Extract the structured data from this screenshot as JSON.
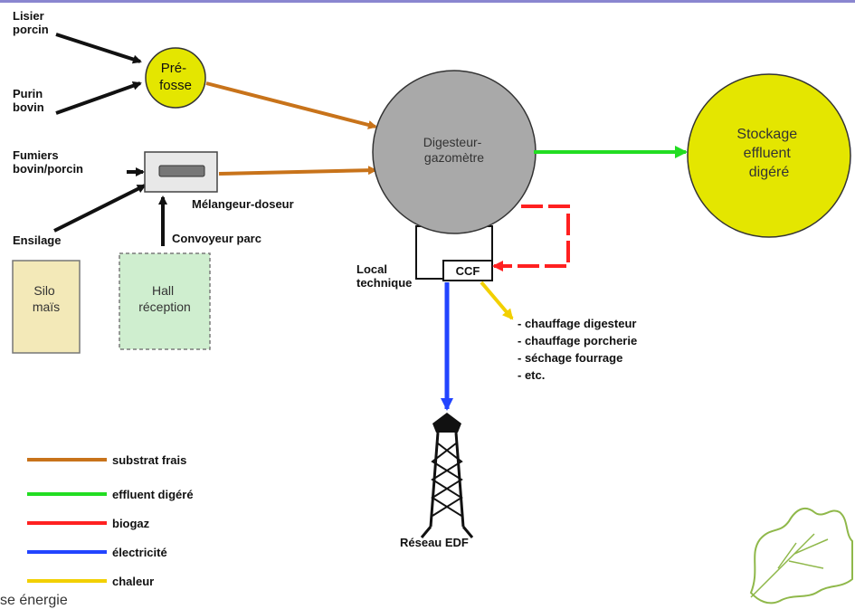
{
  "colors": {
    "orange": "#c8731a",
    "green": "#22dd22",
    "red": "#ff2020",
    "blue": "#2244ff",
    "yellow": "#f2d000",
    "tank_fill": "#e4e600",
    "digester_fill": "#a9a9a9",
    "silo_fill": "#f3e9b8",
    "hall_fill": "#cfeecf"
  },
  "labels": {
    "lisier_porcin": "Lisier porcin",
    "purin_bovin": "Purin bovin",
    "fumiers": "Fumiers bovin/porcin",
    "ensilage": "Ensilage",
    "silo": "Silo maïs",
    "hall": "Hall réception",
    "prefosse": "Pré-fosse",
    "melangeur": "Mélangeur-doseur",
    "convoyeur": "Convoyeur parc",
    "digesteur": "Digesteur-gazomètre",
    "stockage": "Stockage effluent digéré",
    "local_technique": "Local technique",
    "ccf": "CCF",
    "reseau": "Réseau EDF",
    "uses": [
      "- chauffage digesteur",
      "- chauffage porcherie",
      "- séchage fourrage",
      "- etc."
    ]
  },
  "legend": [
    {
      "label": "substrat frais",
      "color": "#c8731a"
    },
    {
      "label": "effluent digéré",
      "color": "#22dd22"
    },
    {
      "label": "biogaz",
      "color": "#ff2020"
    },
    {
      "label": "électricité",
      "color": "#2244ff"
    },
    {
      "label": "chaleur",
      "color": "#f2d000"
    }
  ],
  "footer": {
    "brand": "se énergie"
  }
}
